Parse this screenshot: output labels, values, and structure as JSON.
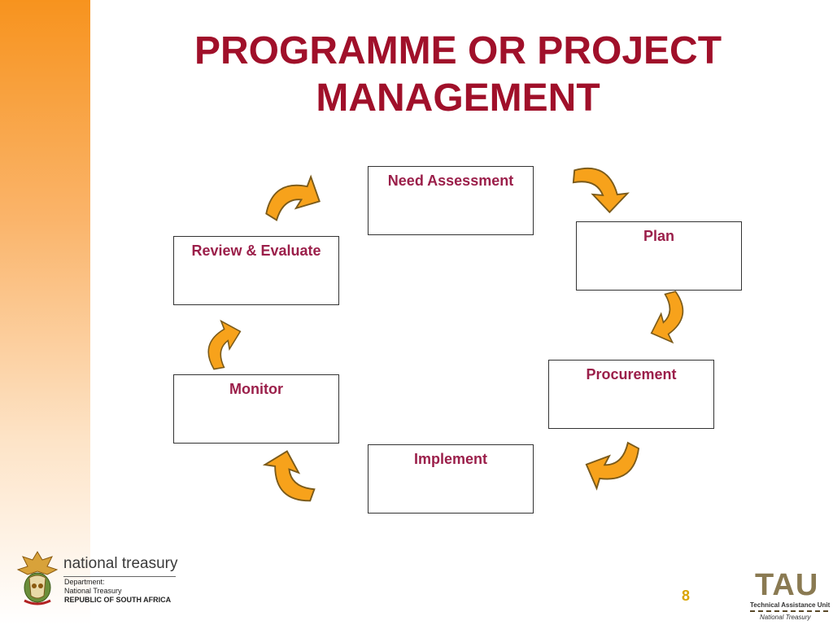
{
  "title": {
    "line1": "PROGRAMME OR PROJECT",
    "line2": "MANAGEMENT"
  },
  "steps": [
    {
      "label": "Need Assessment"
    },
    {
      "label": "Plan"
    },
    {
      "label": "Procurement"
    },
    {
      "label": "Implement"
    },
    {
      "label": "Monitor"
    },
    {
      "label": "Review & Evaluate"
    }
  ],
  "footer": {
    "org_name": "national treasury",
    "dept_line1": "Department:",
    "dept_line2": "National Treasury",
    "dept_line3": "REPUBLIC OF SOUTH AFRICA",
    "page_number": "8",
    "tau_logo": "TAU",
    "tau_subtitle": "Technical Assistance Unit",
    "tau_subtitle2": "National Treasury"
  },
  "colors": {
    "title": "#a0102a",
    "step_text": "#9b1f4a",
    "arrow_fill": "#f7a21b",
    "arrow_stroke": "#7a5a1a",
    "side_band": "#f7931e"
  },
  "icons": {
    "cycle_arrow": "curved-arrow-icon",
    "coat_of_arms": "coat-of-arms-icon"
  }
}
